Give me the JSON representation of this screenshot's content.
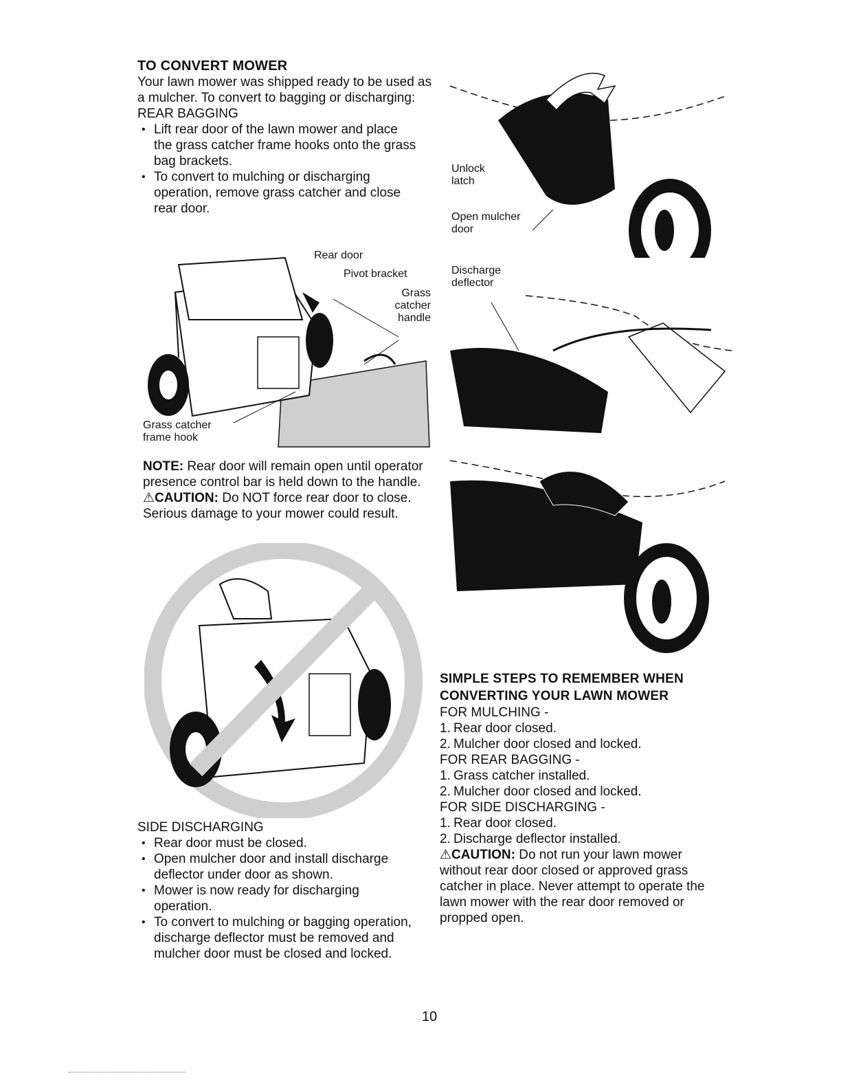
{
  "convert": {
    "title": "TO CONVERT MOWER",
    "intro": "Your lawn mower was shipped ready to be used as a mulcher. To convert to bagging or discharging:",
    "rear_bagging": {
      "heading": "REAR BAGGING",
      "bullets": [
        "Lift rear door of the lawn mower and place the grass catcher frame hooks onto the grass bag brackets.",
        "To convert to mulching or discharging operation, remove grass catcher and close rear door."
      ]
    }
  },
  "figure_rear": {
    "labels": {
      "rear_door": "Rear door",
      "pivot_bracket": "Pivot bracket",
      "grass_catcher_handle": "Grass catcher handle",
      "grass_catcher_frame_hook": "Grass catcher frame hook"
    }
  },
  "note": {
    "label": "NOTE:",
    "text": " Rear door will remain open until operator presence control bar is held down to the handle."
  },
  "caution1": {
    "label": "CAUTION:",
    "text": " Do NOT force rear door to close. Serious damage to your mower could result."
  },
  "side_discharging": {
    "heading": "SIDE DISCHARGING",
    "bullets": [
      "Rear door must be closed.",
      "Open mulcher door and install discharge deflector under door as shown.",
      "Mower is now ready for discharging operation.",
      "To convert to mulching or bagging operation, discharge deflector must be removed and mulcher door must be closed and locked."
    ]
  },
  "figure_side": {
    "labels": {
      "unlock_latch": "Unlock latch",
      "open_mulcher_door": "Open mulcher door",
      "discharge_deflector": "Discharge deflector"
    }
  },
  "simple_steps": {
    "title": "SIMPLE STEPS TO REMEMBER WHEN CONVERTING YOUR LAWN MOWER",
    "groups": [
      {
        "heading": "FOR MULCHING -",
        "items": [
          "Rear door closed.",
          "Mulcher door closed and locked."
        ]
      },
      {
        "heading": "FOR REAR BAGGING -",
        "items": [
          "Grass catcher installed.",
          "Mulcher door closed and locked."
        ]
      },
      {
        "heading": "FOR SIDE DISCHARGING -",
        "items": [
          "Rear door closed.",
          "Discharge deflector installed."
        ]
      }
    ],
    "numbers": [
      "1.",
      "2."
    ]
  },
  "caution2": {
    "label": "CAUTION:",
    "text": " Do not run your lawn mower without rear door closed or approved grass catcher in place. Never attempt to operate the lawn mower with the rear door removed or propped open."
  },
  "page_number": "10",
  "colors": {
    "ink": "#111111",
    "paper": "#ffffff",
    "screen_gray": "#cfcfcf"
  }
}
